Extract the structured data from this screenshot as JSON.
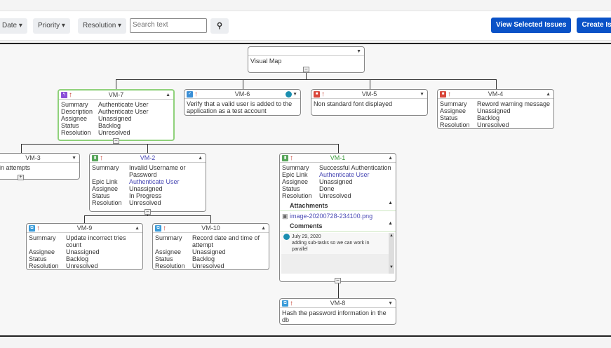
{
  "toolbar": {
    "filters": [
      "Date",
      "Priority",
      "Resolution"
    ],
    "search_placeholder": "Search text",
    "view_selected": "View Selected Issues",
    "create_issue": "Create Issue"
  },
  "colors": {
    "primary": "#0a52c7",
    "selected_border": "#8fd17b",
    "epic": "#8b4fd8",
    "story": "#57a55a",
    "task": "#3b8fd6",
    "bug": "#d9463a",
    "subtask": "#3a9bd9",
    "link": "#4a4ab5"
  },
  "root": {
    "title": "Visual Map"
  },
  "nodes": [
    {
      "id": "VM-7",
      "type": "epic",
      "selected": true,
      "caret": "up",
      "fields": [
        [
          "Summary",
          "Authenticate User"
        ],
        [
          "Description",
          "Authenticate User"
        ],
        [
          "Assignee",
          "Unassigned"
        ],
        [
          "Status",
          "Backlog"
        ],
        [
          "Resolution",
          "Unresolved"
        ]
      ]
    },
    {
      "id": "VM-6",
      "type": "task",
      "caret": "down",
      "avatar": true,
      "text": "Verify that a valid user is added to the application as a test account"
    },
    {
      "id": "VM-5",
      "type": "bug",
      "caret": "down",
      "text": "Non standard font displayed"
    },
    {
      "id": "VM-4",
      "type": "bug",
      "caret": "up",
      "fields": [
        [
          "Summary",
          "Reword warning message"
        ],
        [
          "Assignee",
          "Unassigned"
        ],
        [
          "Status",
          "Backlog"
        ],
        [
          "Resolution",
          "Unresolved"
        ]
      ]
    },
    {
      "id": "VM-3",
      "type": "none",
      "caret": "down",
      "text": "Login attempts"
    },
    {
      "id": "VM-2",
      "type": "story",
      "caret": "up",
      "idColor": "#4a4ab5",
      "fields": [
        [
          "Summary",
          "Invalid Username or Password"
        ],
        [
          "Epic Link",
          "Authenticate User"
        ],
        [
          "Assignee",
          "Unassigned"
        ],
        [
          "Status",
          "In Progress"
        ],
        [
          "Resolution",
          "Unresolved"
        ]
      ]
    },
    {
      "id": "VM-1",
      "type": "story",
      "caret": "up",
      "idColor": "#3a9a3a",
      "fields": [
        [
          "Summary",
          "Successful Authentication"
        ],
        [
          "Epic Link",
          "Authenticate User"
        ],
        [
          "Assignee",
          "Unassigned"
        ],
        [
          "Status",
          "Done"
        ],
        [
          "Resolution",
          "Unresolved"
        ]
      ],
      "attachments_label": "Attachments",
      "attachment": "image-20200728-234100.png",
      "comments_label": "Comments",
      "comment_date": "July 29, 2020",
      "comment_text": "adding sub-tasks so we can work in parallel"
    },
    {
      "id": "VM-9",
      "type": "subtask",
      "caret": "up",
      "fields": [
        [
          "Summary",
          "Update incorrect tries count"
        ],
        [
          "Assignee",
          "Unassigned"
        ],
        [
          "Status",
          "Backlog"
        ],
        [
          "Resolution",
          "Unresolved"
        ]
      ]
    },
    {
      "id": "VM-10",
      "type": "subtask",
      "caret": "up",
      "fields": [
        [
          "Summary",
          "Record date and time of attempt"
        ],
        [
          "Assignee",
          "Unassigned"
        ],
        [
          "Status",
          "Backlog"
        ],
        [
          "Resolution",
          "Unresolved"
        ]
      ]
    },
    {
      "id": "VM-8",
      "type": "subtask",
      "caret": "down",
      "text": "Hash the password information in the db"
    }
  ]
}
